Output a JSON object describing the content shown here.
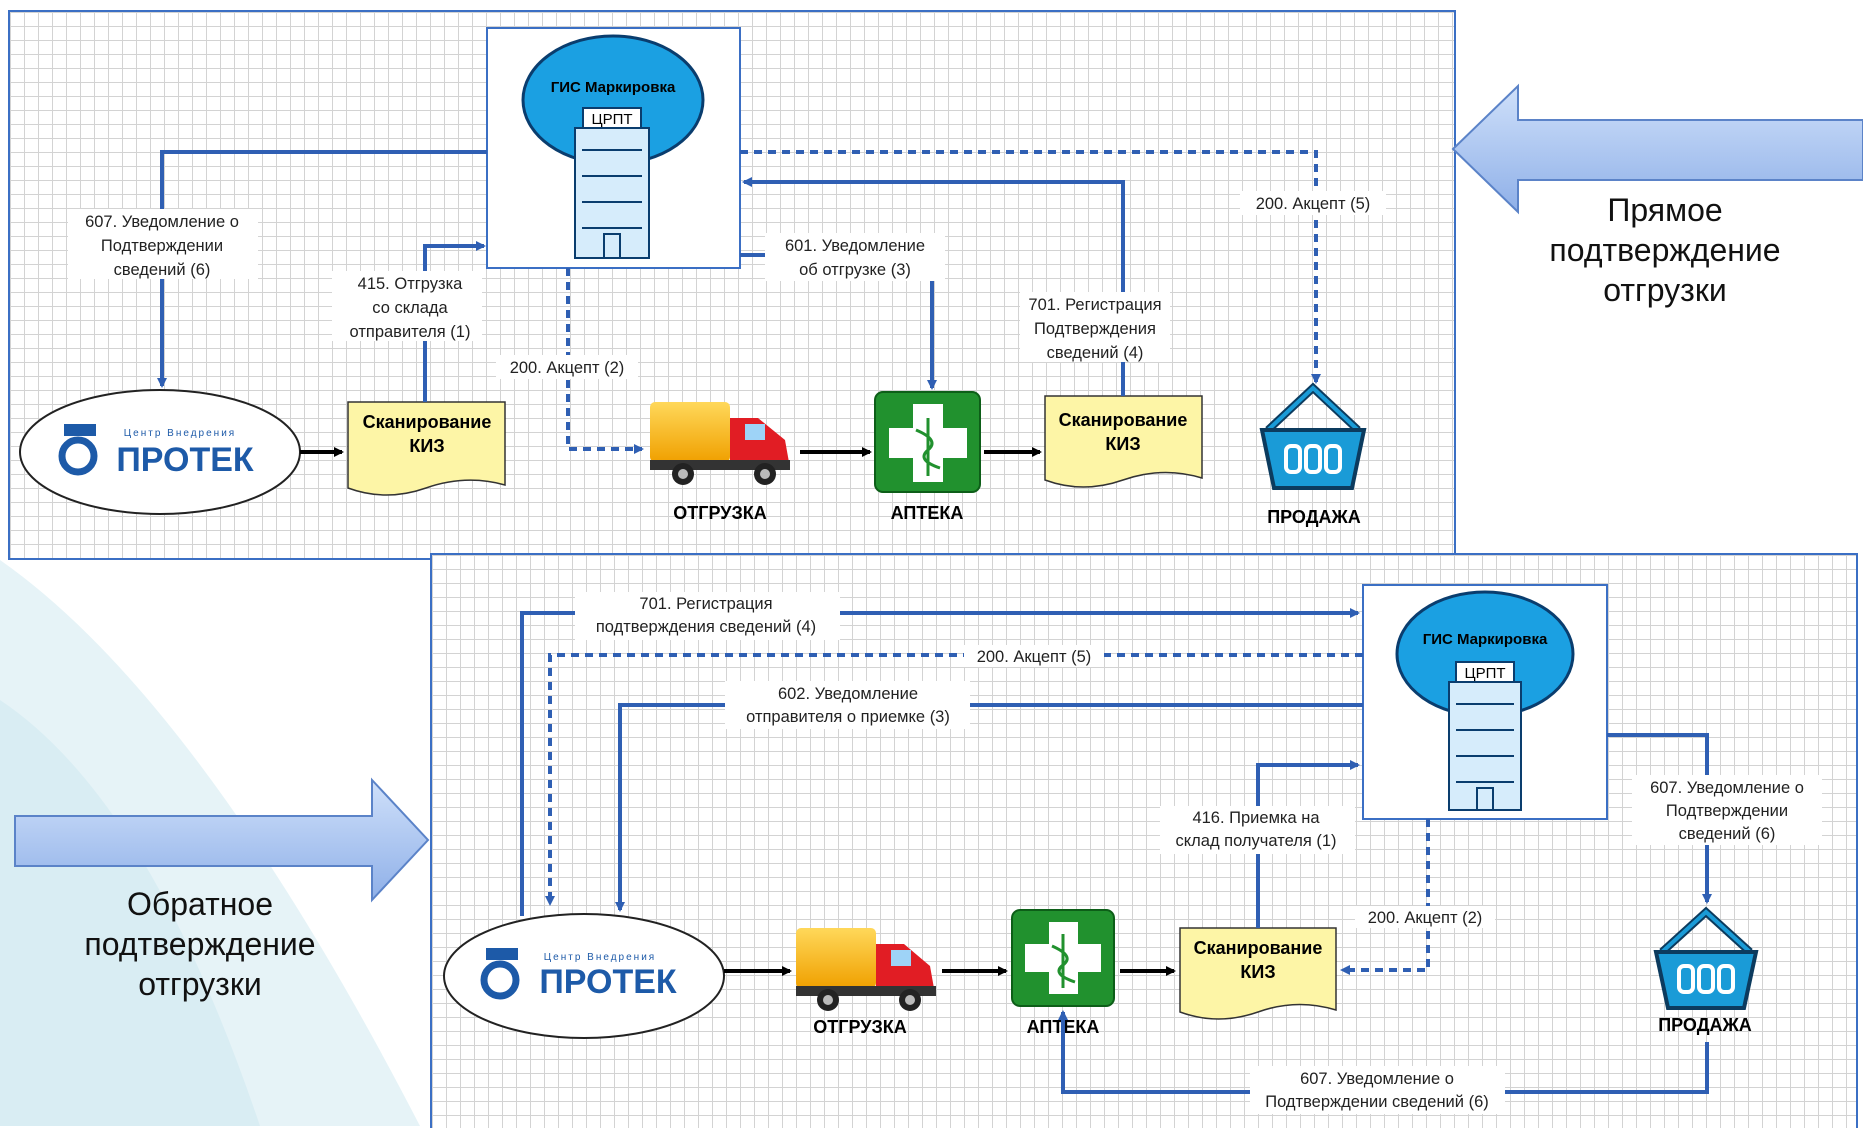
{
  "top": {
    "gis": {
      "title": "ГИС Маркировка",
      "sub": "ЦРПТ"
    },
    "protek": {
      "small": "Центр Внедрения",
      "big": "ПРОТЕК"
    },
    "scan1": {
      "line1": "Сканирование",
      "line2": "КИЗ"
    },
    "scan2": {
      "line1": "Сканирование",
      "line2": "КИЗ"
    },
    "truck_label": "ОТГРУЗКА",
    "pharmacy_label": "АПТЕКА",
    "sale_label": "ПРОДАЖА",
    "msg607": [
      "607. Уведомление о",
      "Подтверждении",
      "сведений (6)"
    ],
    "msg415": [
      "415. Отгрузка",
      "со склада",
      "отправителя (1)"
    ],
    "msg200_2": "200. Акцепт (2)",
    "msg601": [
      "601. Уведомление",
      "об отгрузке (3)"
    ],
    "msg701": [
      "701. Регистрация",
      "Подтверждения",
      "сведений (4)"
    ],
    "msg200_5": "200. Акцепт (5)"
  },
  "bottom": {
    "gis": {
      "title": "ГИС Маркировка",
      "sub": "ЦРПТ"
    },
    "protek": {
      "small": "Центр Внедрения",
      "big": "ПРОТЕК"
    },
    "scan": {
      "line1": "Сканирование",
      "line2": "КИЗ"
    },
    "truck_label": "ОТГРУЗКА",
    "pharmacy_label": "АПТЕКА",
    "sale_label": "ПРОДАЖА",
    "msg701": [
      "701. Регистрация",
      "подтверждения сведений (4)"
    ],
    "msg200_5": "200. Акцепт (5)",
    "msg602": [
      "602. Уведомление",
      "отправителя о приемке (3)"
    ],
    "msg416": [
      "416. Приемка на",
      "склад получателя (1)"
    ],
    "msg200_2": "200. Акцепт (2)",
    "msg607_right": [
      "607. Уведомление о",
      "Подтверждении",
      "сведений (6)"
    ],
    "msg607_bottom": [
      "607. Уведомление о",
      "Подтверждении сведений (6)"
    ]
  },
  "side": {
    "direct": [
      "Прямое",
      "подтверждение",
      "отгрузки"
    ],
    "reverse": [
      "Обратное",
      "подтверждение",
      "отгрузки"
    ]
  },
  "colors": {
    "flow": "#2f5fb3",
    "gis": "#1ba0e2",
    "scan": "#fdf5a6",
    "pharmacy": "#21912e",
    "basket": "#1a9bd7"
  }
}
